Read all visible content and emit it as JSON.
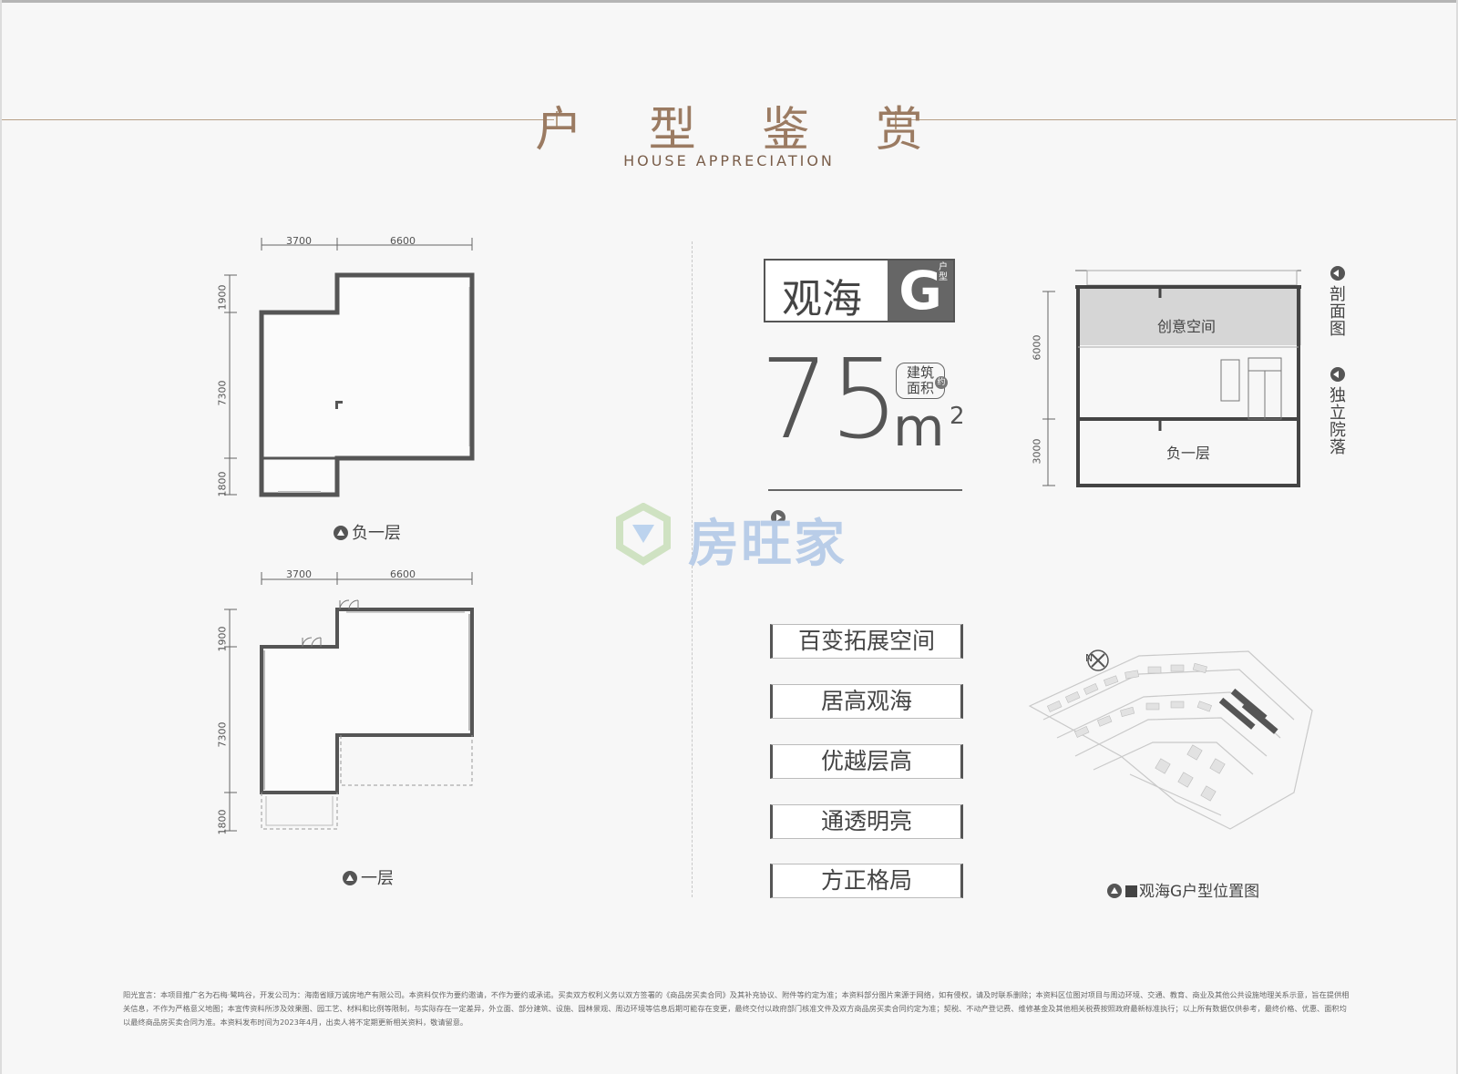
{
  "header": {
    "title": "户 型 鉴 赏",
    "subtitle": "HOUSE APPRECIATION"
  },
  "plan_b1": {
    "dims_top": [
      "3700",
      "6600"
    ],
    "dims_left": [
      "1900",
      "7300",
      "1800"
    ],
    "caption": "负一层"
  },
  "plan_f1": {
    "dims_top": [
      "3700",
      "6600"
    ],
    "dims_left": [
      "1900",
      "7300",
      "1800"
    ],
    "caption": "一层"
  },
  "unit": {
    "name": "观海",
    "letter": "G",
    "type_label": "户型",
    "area_value": "75",
    "area_unit": "m",
    "area_sup": "2",
    "area_badge_line1": "建筑",
    "area_badge_line2": "面积",
    "area_badge_note": "约"
  },
  "features": [
    "百变拓展空间",
    "居高观海",
    "优越层高",
    "通透明亮",
    "方正格局"
  ],
  "section": {
    "upper_room": "创意空间",
    "lower_room": "负一层",
    "dim_upper": "6000",
    "dim_lower": "3000",
    "label_section": "剖面图",
    "label_courtyard": "独立院落"
  },
  "site_map": {
    "caption": "观海G户型位置图",
    "north": "N"
  },
  "watermark": "房旺家",
  "disclaimer": "阳光宣言：本项目推广名为石梅·鹭鸣谷，开发公司为：海南省顺万诚房地产有限公司。本资料仅作为要约邀请，不作为要约或承诺。买卖双方权利义务以双方签署的《商品房买卖合同》及其补充协议、附件等约定为准；本资料部分图片来源于网络，如有侵权，请及时联系删除；本资料区位图对项目与周边环境、交通、教育、商业及其他公共设施地理关系示意，旨在提供相关信息，不作为严格意义地图；本宣传资料所涉及效果图、园工艺、材料和比例等限制，与实际存在一定差异，外立面、部分建筑、设施、园林景观、周边环境等信息后期可能存在变更，最终交付以政府部门核准文件及双方商品房买卖合同约定为准；契税、不动产登记费、维修基金及其他相关税费按照政府最新标准执行；以上所有数据仅供参考，最终价格、优惠、面积均以最终商品房买卖合同为准。本资料发布时间为2023年4月，出卖人将不定期更新相关资料，敬请留意。"
}
